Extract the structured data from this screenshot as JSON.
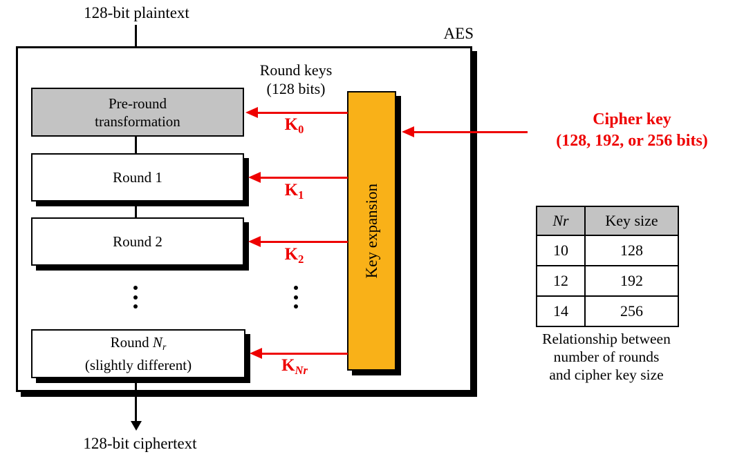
{
  "labels": {
    "plaintext": "128-bit plaintext",
    "ciphertext": "128-bit ciphertext",
    "aes": "AES",
    "round_keys": {
      "line1": "Round keys",
      "line2": "(128 bits)"
    },
    "cipher_key": {
      "line1": "Cipher key",
      "line2": "(128, 192, or 256 bits)"
    }
  },
  "blocks": {
    "pre_round": {
      "line1": "Pre-round",
      "line2": "transformation"
    },
    "round1": "Round 1",
    "round2": "Round 2",
    "round_nr": {
      "prefix": "Round ",
      "n_italic": "N",
      "r_sub": "r",
      "line2": "(slightly different)"
    },
    "key_expansion": "Key expansion"
  },
  "round_key_labels": {
    "k0": {
      "base": "K",
      "sub": "0"
    },
    "k1": {
      "base": "K",
      "sub": "1"
    },
    "k2": {
      "base": "K",
      "sub": "2"
    },
    "knr": {
      "base": "K",
      "sub": "Nr"
    }
  },
  "table": {
    "headers": {
      "col1": "Nr",
      "col2": "Key size"
    },
    "rows": [
      {
        "nr": "10",
        "key_size": "128"
      },
      {
        "nr": "12",
        "key_size": "192"
      },
      {
        "nr": "14",
        "key_size": "256"
      }
    ],
    "caption": {
      "line1": "Relationship between",
      "line2": "number of rounds",
      "line3": "and cipher key size"
    }
  },
  "colors": {
    "accent_red": "#EE0000",
    "key_expansion_orange": "#F9B118",
    "block_gray": "#C3C3C3"
  }
}
